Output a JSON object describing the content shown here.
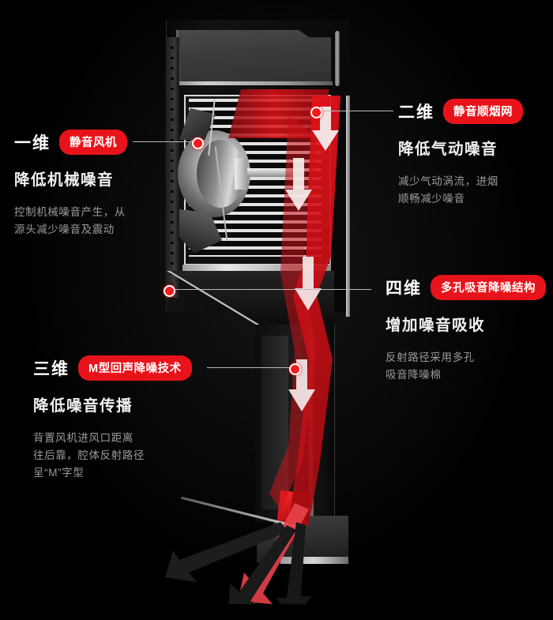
{
  "page": {
    "background_color": "#000000",
    "accent_color": "#e8131a",
    "title_color": "#ffffff",
    "body_text_color": "#9b9b9b"
  },
  "product": {
    "name": "range-hood-cutaway-illustration",
    "view": "side-section"
  },
  "callouts": [
    {
      "id": "one",
      "dimension": "一维",
      "tag": "静音风机",
      "headline": "降低机械噪音",
      "description_lines": [
        "控制机械噪音产生，从",
        "源头减少噪音及震动"
      ]
    },
    {
      "id": "two",
      "dimension": "二维",
      "tag": "静音顺烟网",
      "headline": "降低气动噪音",
      "description_lines": [
        "减少气动涡流，进烟",
        "顺畅减少噪音"
      ]
    },
    {
      "id": "three",
      "dimension": "三维",
      "tag": "M型回声降噪技术",
      "headline": "降低噪音传播",
      "description_lines": [
        "背置风机进风口距离",
        "往后靠，腔体反射路径",
        "呈“M”字型"
      ]
    },
    {
      "id": "four",
      "dimension": "四维",
      "tag": "多孔吸音降噪结构",
      "headline": "增加噪音吸收",
      "description_lines": [
        "反射路径采用多孔",
        "吸音降噪棉"
      ]
    }
  ]
}
